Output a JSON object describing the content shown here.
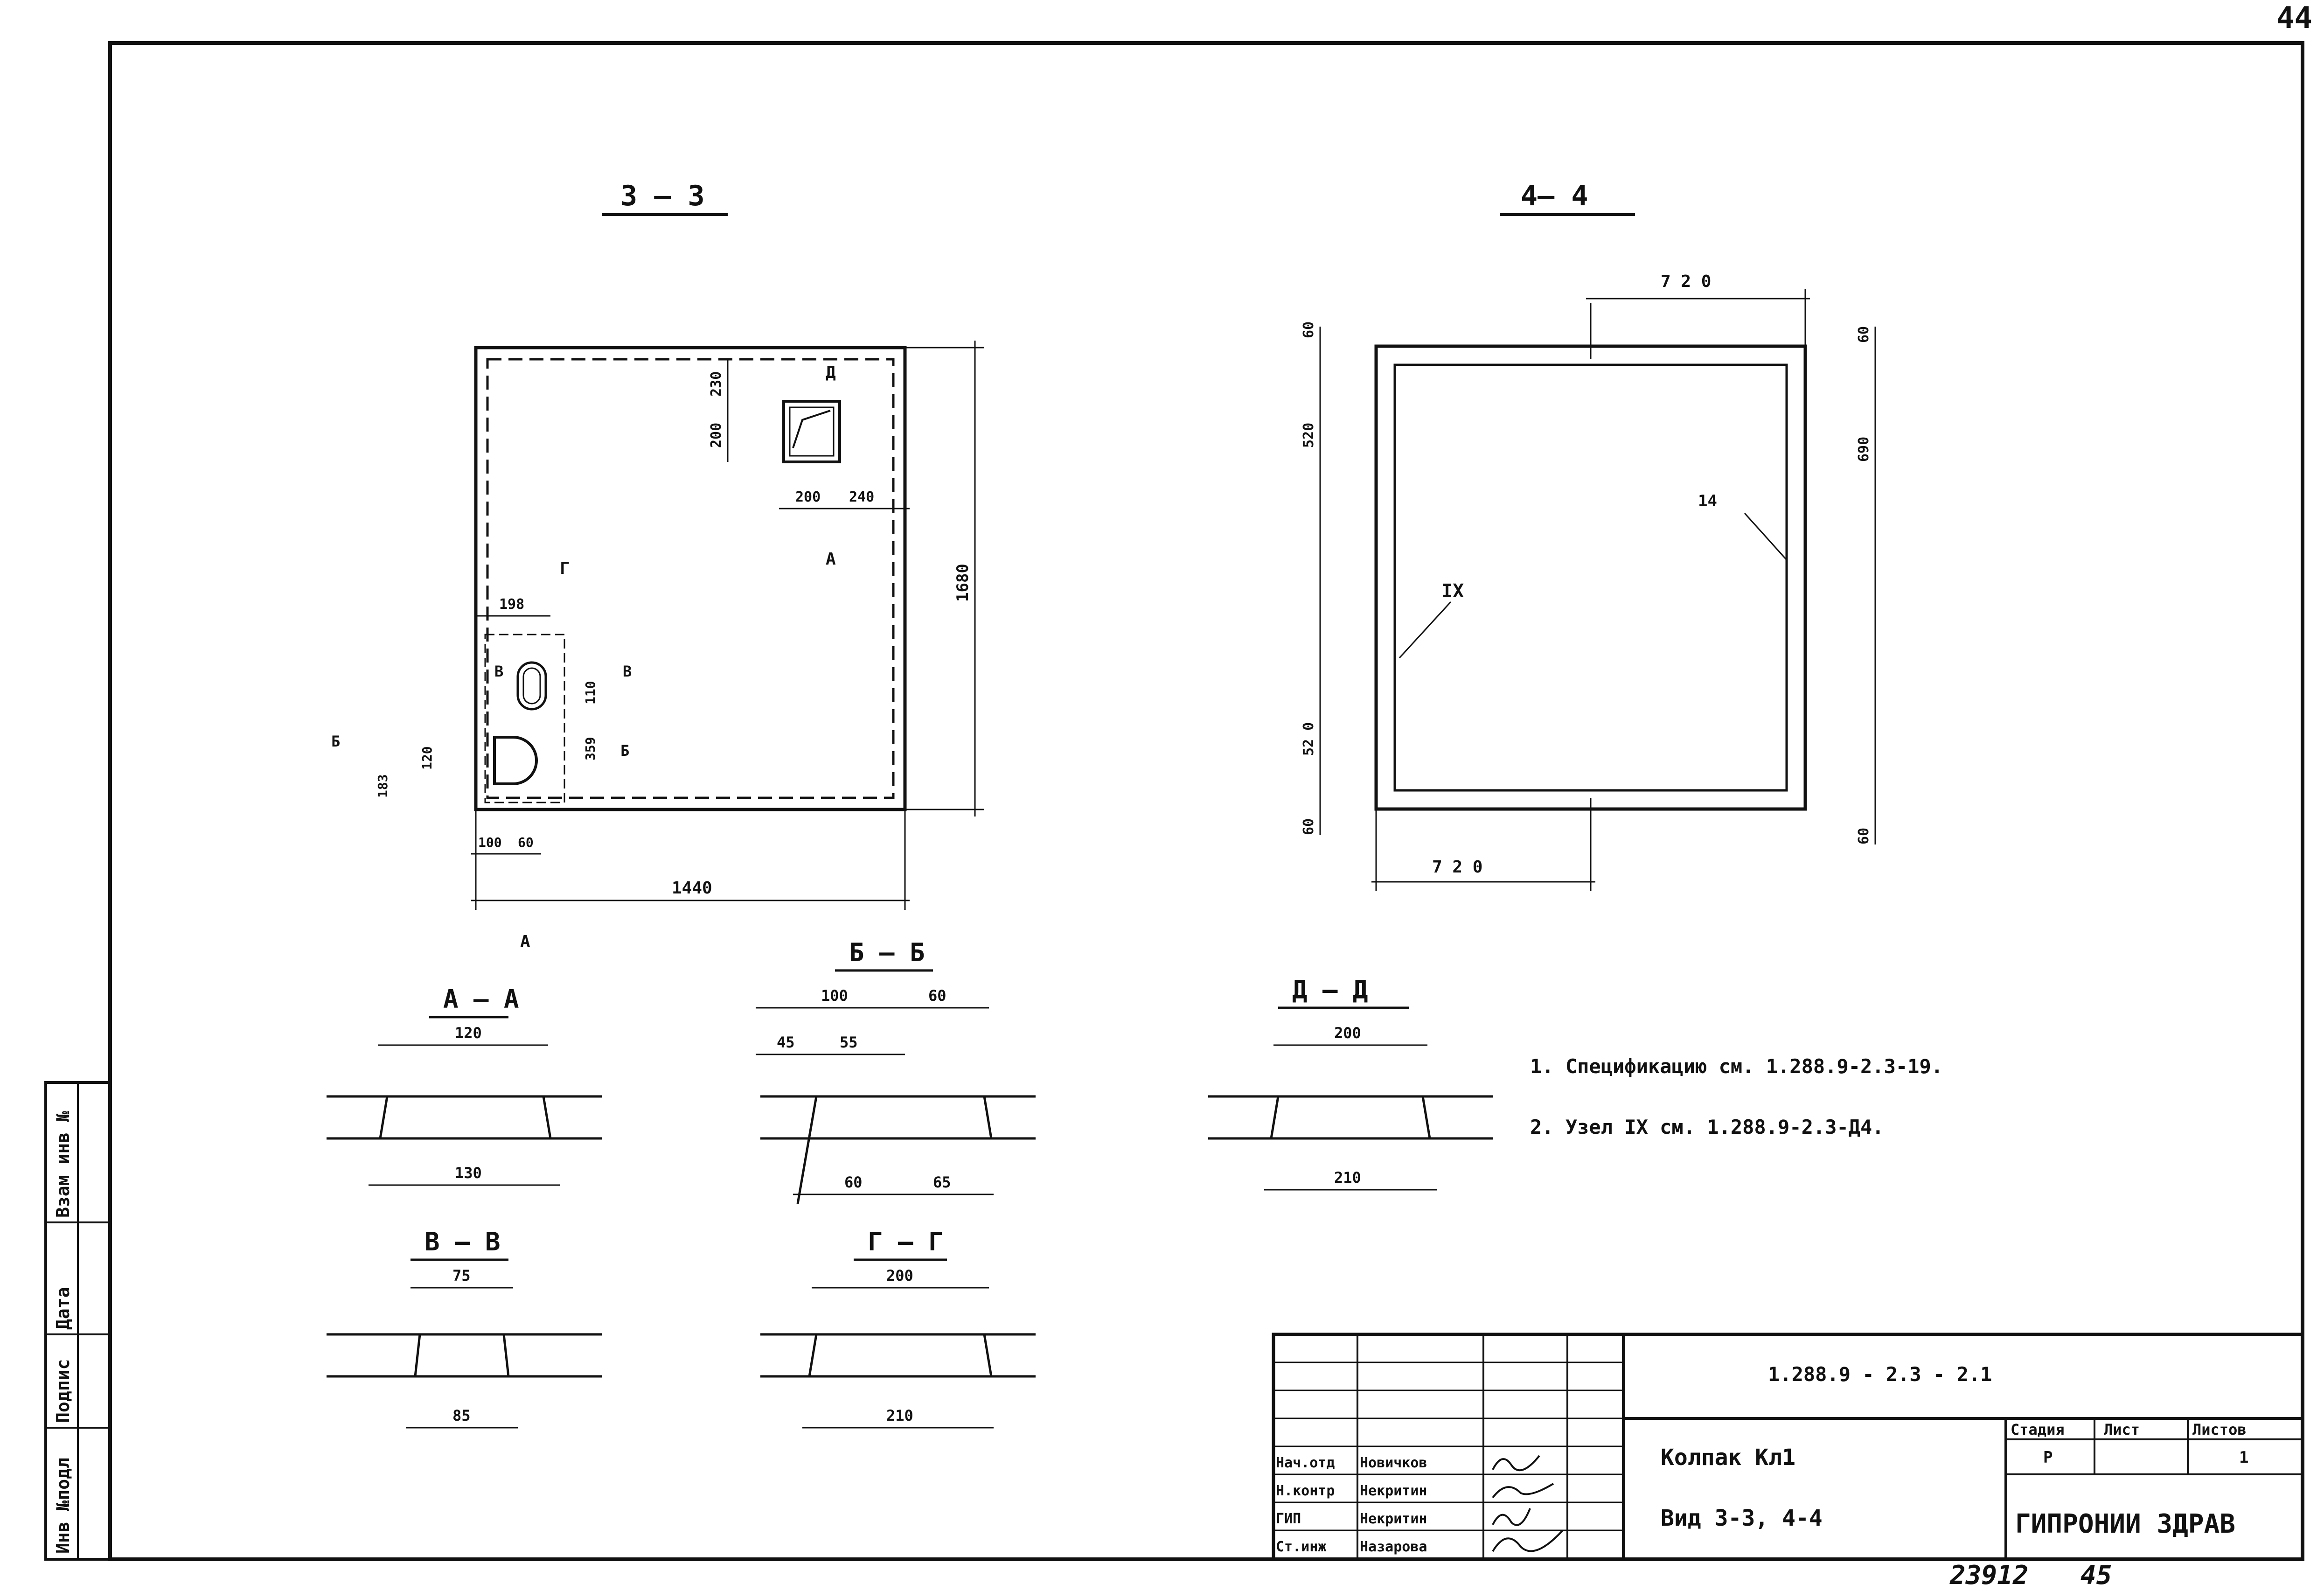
{
  "page": {
    "corner_number": "44"
  },
  "side_stamp": {
    "labels": [
      "Инв №подл",
      "Подпис",
      "Дата",
      "Взам инв №"
    ]
  },
  "section_33": {
    "title": "3 — 3",
    "dims": {
      "d230": "230",
      "d200v": "200",
      "d200h": "200",
      "d240": "240",
      "d1680": "1680",
      "d198": "198",
      "d110": "110",
      "d359": "359",
      "d120": "120",
      "d183": "183",
      "d100": "100",
      "d60": "60",
      "d1440": "1440"
    },
    "cut_marks": {
      "a": "А",
      "b": "Б",
      "v": "В",
      "g": "Г",
      "d": "Д"
    }
  },
  "section_44": {
    "title": "4— 4",
    "dims": {
      "top720": "7 2 0",
      "bottom720": "7 2 0",
      "l60top": "60",
      "l520top": "520",
      "l520bot": "52 0",
      "l60bot": "60",
      "r60top": "60",
      "r690": "690",
      "r60bot": "60"
    },
    "callouts": {
      "node": "IX",
      "item": "14"
    }
  },
  "section_aa": {
    "title": "А — А",
    "top": "120",
    "bottom": "130"
  },
  "section_bb": {
    "title": "Б – Б",
    "top_a": "100",
    "top_b": "60",
    "top_c": "45",
    "top_d": "55",
    "bottom_a": "60",
    "bottom_b": "65"
  },
  "section_dd": {
    "title": "Д – Д",
    "top": "200",
    "bottom": "210"
  },
  "section_vv": {
    "title": "В — В",
    "top": "75",
    "bottom": "85"
  },
  "section_gg": {
    "title": "Г – Г",
    "top": "200",
    "bottom": "210"
  },
  "notes": [
    "1. Спецификацию см. 1.288.9-2.3-19.",
    "2. Узел IX см. 1.288.9-2.3-Д4."
  ],
  "title_block": {
    "doc_code": "1.288.9 - 2.3 - 2.1",
    "name_line1": "Колпак Кл1",
    "name_line2": "Вид 3-3, 4-4",
    "stage_label": "Стадия",
    "sheet_label": "Лист",
    "sheets_label": "Листов",
    "stage": "Р",
    "sheet": "",
    "sheets": "1",
    "org": "ГИПРОНИИ ЗДРАВ",
    "roles": [
      {
        "role": "Нач.отд",
        "name": "Новичков"
      },
      {
        "role": "Н.контр",
        "name": "Некритин"
      },
      {
        "role": "ГИП",
        "name": "Некритин"
      },
      {
        "role": "Ст.инж",
        "name": "Назарова"
      }
    ]
  },
  "footer": {
    "archive_number": "23912",
    "page_number": "45"
  }
}
